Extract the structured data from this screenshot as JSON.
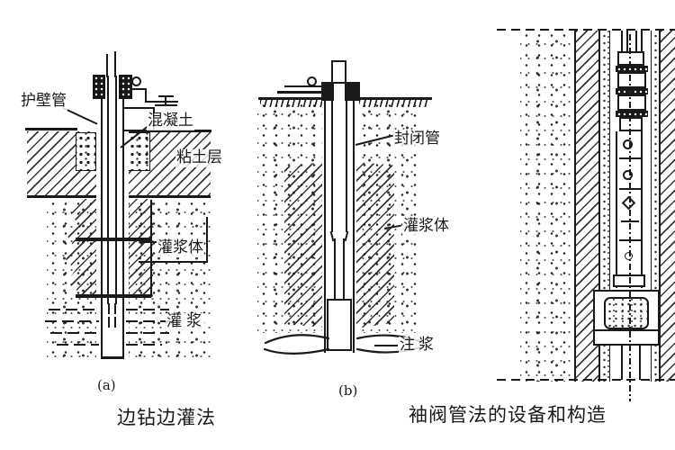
{
  "page": {
    "background": "#ffffff",
    "ink": "#1a1a1a"
  },
  "diagram_a": {
    "labels": {
      "casing_pipe": "护壁管",
      "concrete": "混凝土",
      "clay_layer": "粘土层",
      "grout_body": "灌浆体",
      "grouting": "灌浆"
    },
    "panel_tag": "(a)",
    "caption": "边钻边灌法"
  },
  "diagram_b": {
    "labels": {
      "sealing_pipe": "封闭管",
      "grout_body": "灌浆体",
      "grout_injection": "注浆"
    },
    "panel_tag": "(b)"
  },
  "diagram_c": {
    "caption": "袖阀管法的设备和构造"
  }
}
